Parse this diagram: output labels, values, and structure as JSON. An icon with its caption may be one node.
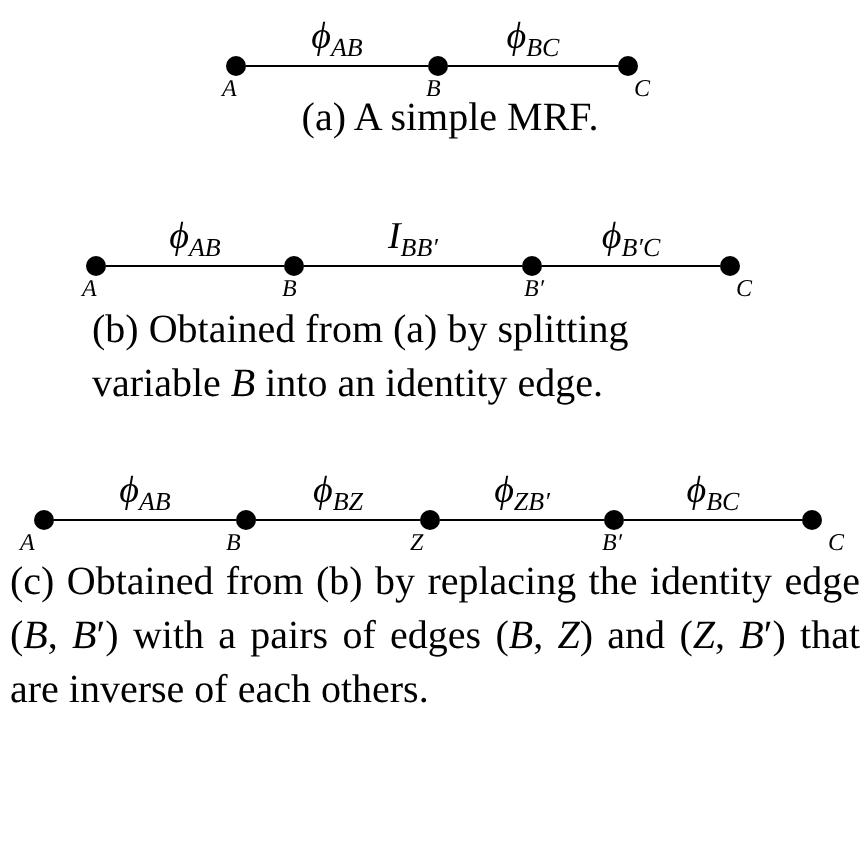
{
  "diagram": {
    "nodes": [
      {
        "text": [],
        "shape": "circle",
        "beside": [
          "A"
        ]
      },
      {
        "text": [],
        "shape": "circle",
        "beside": [
          "B"
        ]
      },
      {
        "text": [],
        "shape": "circle",
        "beside": [
          "C"
        ]
      },
      {
        "text": [],
        "shape": "circle",
        "beside": [
          "A"
        ]
      },
      {
        "text": [],
        "shape": "circle",
        "beside": [
          "B"
        ]
      },
      {
        "text": [],
        "shape": "circle",
        "beside": [
          "B′"
        ]
      },
      {
        "text": [],
        "shape": "circle",
        "beside": [
          "C"
        ]
      },
      {
        "text": [],
        "shape": "circle",
        "beside": [
          "A"
        ]
      },
      {
        "text": [],
        "shape": "circle",
        "beside": [
          "B"
        ]
      },
      {
        "text": [],
        "shape": "circle",
        "beside": [
          "Z"
        ]
      },
      {
        "text": [],
        "shape": "circle",
        "beside": [
          "B′"
        ]
      },
      {
        "text": [],
        "shape": "circle",
        "beside": [
          "C"
        ]
      }
    ],
    "edges": [
      {
        "from": 0,
        "to": 1,
        "arrow": "none",
        "label": "ϕ$_{AB}$"
      },
      {
        "from": 1,
        "to": 2,
        "arrow": "none",
        "label": "ϕ$_{BC}$"
      },
      {
        "from": 3,
        "to": 4,
        "arrow": "none",
        "label": "ϕ$_{AB}$"
      },
      {
        "from": 4,
        "to": 5,
        "arrow": "none",
        "label": "I$_{BB′}$"
      },
      {
        "from": 5,
        "to": 6,
        "arrow": "none",
        "label": "ϕ$_{B′C}$"
      },
      {
        "from": 7,
        "to": 8,
        "arrow": "none",
        "label": "ϕ$_{AB}$"
      },
      {
        "from": 8,
        "to": 9,
        "arrow": "none",
        "label": "ϕ$_{BZ}$"
      },
      {
        "from": 9,
        "to": 10,
        "arrow": "none",
        "label": "ϕ$_{ZB′}$"
      },
      {
        "from": 10,
        "to": 11,
        "arrow": "none",
        "label": "ϕ$_{BC}$"
      }
    ],
    "labels": [
      "(a) A simple MRF.",
      "(b) Obtained from (a) by splitting variable *B* into an identity edge.",
      "(c) Obtained from (b) by replacing the identity edge (*B*, *B*′) with a pairs of edges (*B*, *Z*) and (*Z*, *B*′) that are inverse of each others."
    ]
  }
}
